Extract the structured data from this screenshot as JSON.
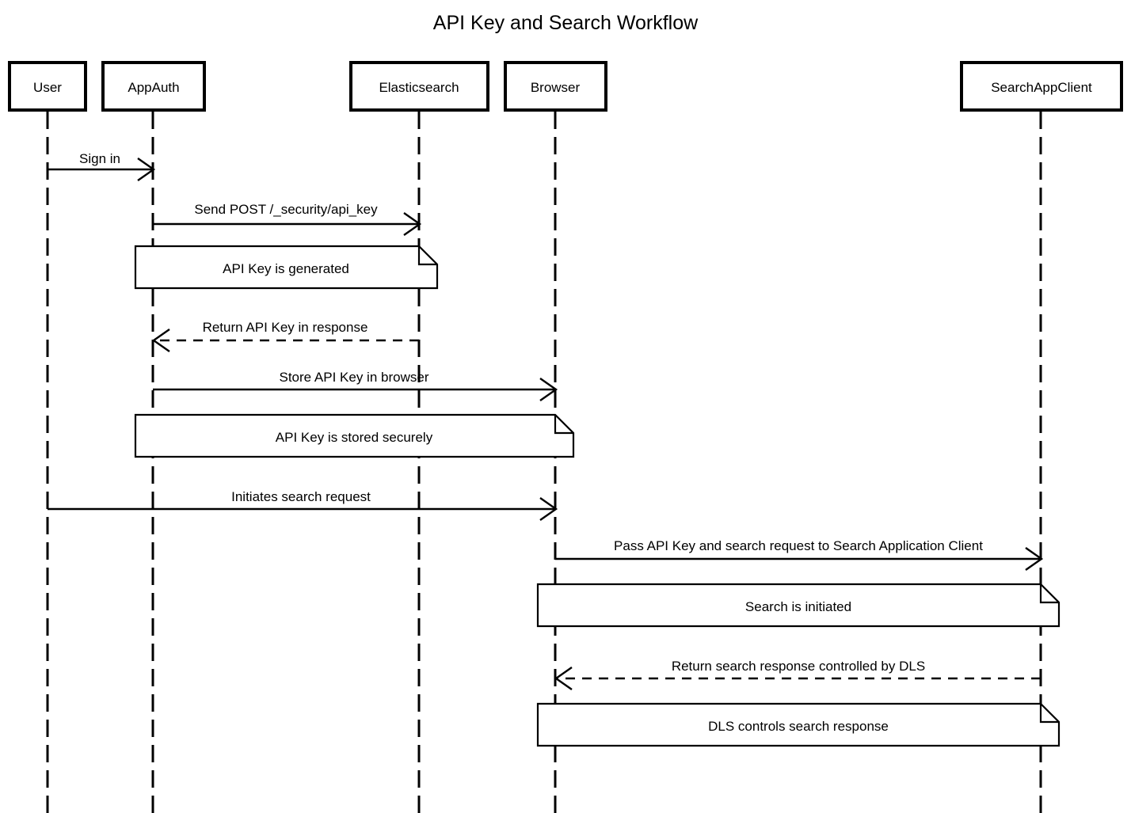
{
  "diagram": {
    "title": "API Key and Search Workflow",
    "type": "sequence-diagram",
    "participants": [
      {
        "id": "user",
        "label": "User"
      },
      {
        "id": "appauth",
        "label": "AppAuth"
      },
      {
        "id": "elasticsearch",
        "label": "Elasticsearch"
      },
      {
        "id": "browser",
        "label": "Browser"
      },
      {
        "id": "searchappclient",
        "label": "SearchAppClient"
      }
    ],
    "messages": [
      {
        "id": "m1",
        "label": "Sign in",
        "from": "user",
        "to": "appauth",
        "style": "solid"
      },
      {
        "id": "m2",
        "label": "Send POST /_security/api_key",
        "from": "appauth",
        "to": "elasticsearch",
        "style": "solid"
      },
      {
        "id": "m3",
        "label": "Return API Key in response",
        "from": "elasticsearch",
        "to": "appauth",
        "style": "dashed"
      },
      {
        "id": "m4",
        "label": "Store API Key in browser",
        "from": "appauth",
        "to": "browser",
        "style": "solid"
      },
      {
        "id": "m5",
        "label": "Initiates search request",
        "from": "user",
        "to": "browser",
        "style": "solid"
      },
      {
        "id": "m6",
        "label": "Pass API Key and search request to Search Application Client",
        "from": "browser",
        "to": "searchappclient",
        "style": "solid"
      },
      {
        "id": "m7",
        "label": "Return search response controlled by DLS",
        "from": "searchappclient",
        "to": "browser",
        "style": "dashed"
      }
    ],
    "notes": [
      {
        "id": "n1",
        "label": "API Key is generated",
        "over_from": "appauth",
        "over_to": "elasticsearch"
      },
      {
        "id": "n2",
        "label": "API Key is stored securely",
        "over_from": "appauth",
        "over_to": "browser"
      },
      {
        "id": "n3",
        "label": "Search is initiated",
        "over_from": "browser",
        "over_to": "searchappclient"
      },
      {
        "id": "n4",
        "label": "DLS controls search response",
        "over_from": "browser",
        "over_to": "searchappclient"
      }
    ],
    "colors": {
      "background": "#ffffff",
      "stroke": "#000000",
      "text": "#000000",
      "note_fill": "#ffffff"
    }
  }
}
